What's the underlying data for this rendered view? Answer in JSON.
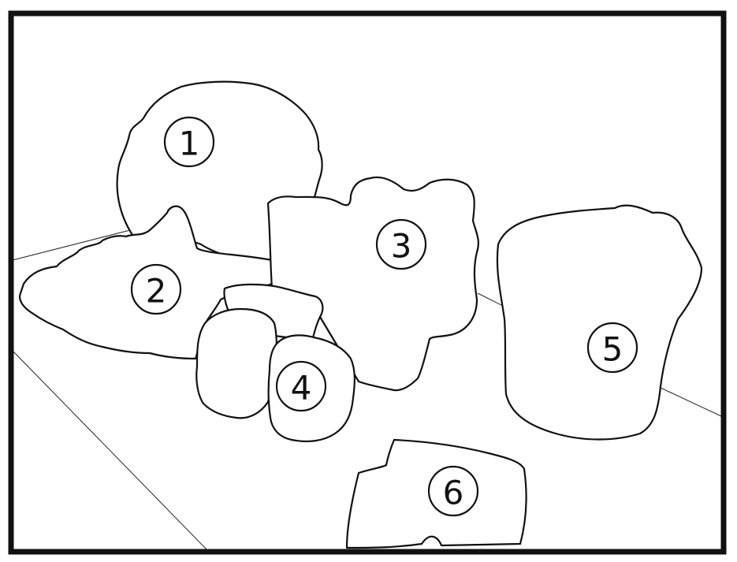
{
  "labels": {
    "one": "1",
    "two": "2",
    "three": "3",
    "four": "4",
    "five": "5",
    "six": "6"
  },
  "colors": {
    "outline": "#111111",
    "fill": "#ffffff",
    "background": "#ffffff"
  }
}
